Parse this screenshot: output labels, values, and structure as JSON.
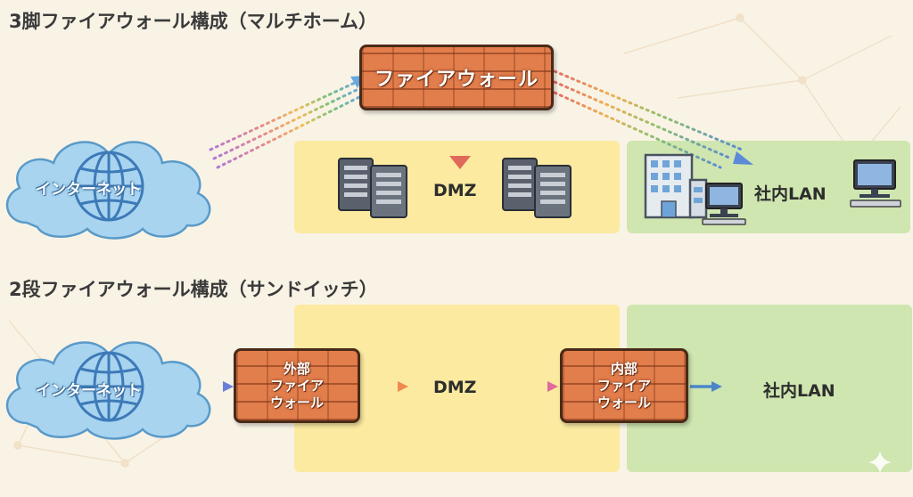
{
  "diagram1": {
    "title": "3脚ファイアウォール構成（マルチホーム）",
    "firewall_label": "ファイアウォール",
    "internet_label": "インターネット",
    "dmz_label": "DMZ",
    "lan_label": "社内LAN"
  },
  "diagram2": {
    "title": "2段ファイアウォール構成（サンドイッチ）",
    "internet_label": "インターネット",
    "outer_fw": {
      "line1": "外部",
      "line2": "ファイア",
      "line3": "ウォール"
    },
    "dmz_label": "DMZ",
    "inner_fw": {
      "line1": "内部",
      "line2": "ファイア",
      "line3": "ウォール"
    },
    "lan_label": "社内LAN"
  },
  "colors": {
    "background": "#f9f3e6",
    "dmz_zone": "#fbeaa0",
    "lan_zone": "#cfe6b0",
    "firewall": "#e27d4c",
    "cloud": "#a8d4f0",
    "arrow_blue": "#4a86c8",
    "arrow_red": "#e0604a"
  },
  "icons": {
    "internet": "globe-icon",
    "servers": "server-rack-icon",
    "office": "office-building-icon",
    "computer": "desktop-computer-icon"
  }
}
